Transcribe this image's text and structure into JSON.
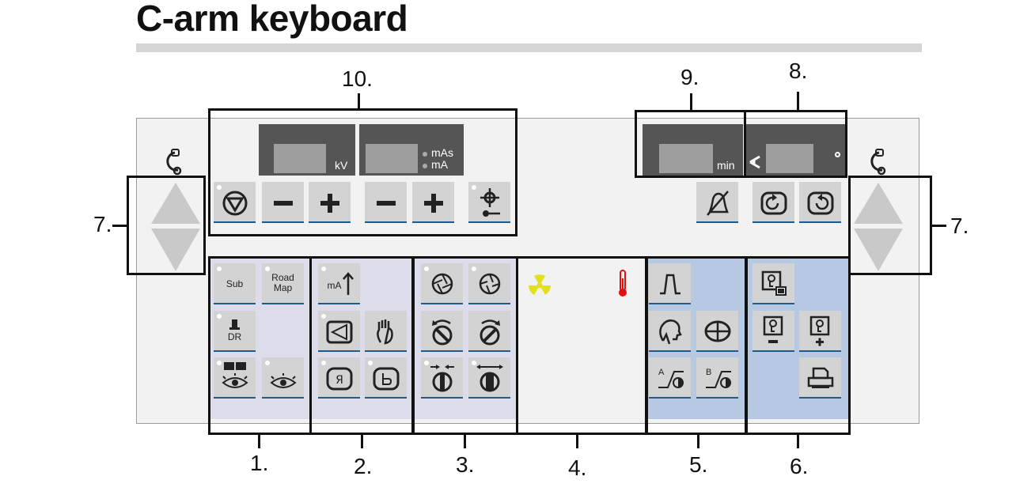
{
  "page": {
    "title": "C-arm keyboard"
  },
  "callouts": [
    "1.",
    "2.",
    "3.",
    "4.",
    "5.",
    "6.",
    "7.",
    "7.",
    "8.",
    "9.",
    "10."
  ],
  "displays": {
    "kv_unit": "kV",
    "mas_unit": "mAs",
    "ma_unit": "mA",
    "time_unit": "min"
  },
  "keys": {
    "sub": "Sub",
    "road_map_line1": "Road",
    "road_map_line2": "Map",
    "dr": "DR",
    "ma_up": "mA"
  },
  "icons": [
    "c-arm-icon",
    "radiation-icon",
    "thermometer-icon",
    "stop-icon",
    "minus-icon",
    "plus-icon",
    "collimator-icon",
    "alarm-off-icon",
    "rotate-left-icon",
    "rotate-right-icon",
    "eye-icon",
    "iris-icon",
    "printer-icon"
  ],
  "colors": {
    "zone_lavender": "#dcdcea",
    "zone_blue": "#b6c8e2",
    "radiation": "#e2e020",
    "thermometer": "#e01010",
    "key_underline": "#1f5a8c"
  }
}
